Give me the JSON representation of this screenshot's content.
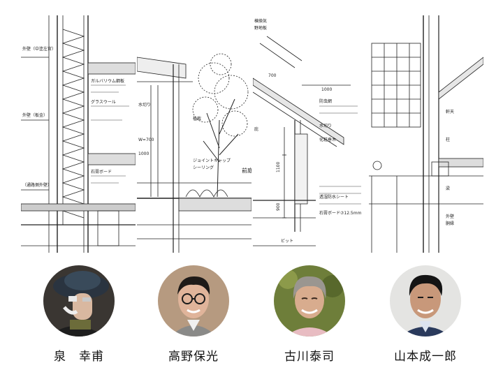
{
  "architects": [
    {
      "name": "泉　幸甫"
    },
    {
      "name": "高野保光"
    },
    {
      "name": "古川泰司"
    },
    {
      "name": "山本成一郎"
    }
  ],
  "drawings": [
    {
      "annotations": [
        "外壁（中塗左官）",
        "外壁（板金）",
        "（通路側外壁）",
        "ガルバリウム鋼板",
        "グラスウール",
        "石膏ボード"
      ]
    },
    {
      "annotations": [
        "前庭",
        "植栽",
        "水切り",
        "ジョイントキャップ",
        "シーリング",
        "W=700",
        "1000"
      ]
    },
    {
      "annotations": [
        "700",
        "1000",
        "1100",
        "900",
        "防虫網",
        "水切り",
        "棟換気",
        "野地板",
        "化粧垂木",
        "庇",
        "透湿防水シート",
        "ビット",
        "石膏ボード⑦12.5mm"
      ]
    },
    {
      "annotations": [
        "軒天",
        "柱",
        "梁",
        "外壁",
        "胴縁"
      ]
    }
  ],
  "colors": {
    "line": "#222222",
    "paper": "#ffffff",
    "name_text": "#111111"
  }
}
